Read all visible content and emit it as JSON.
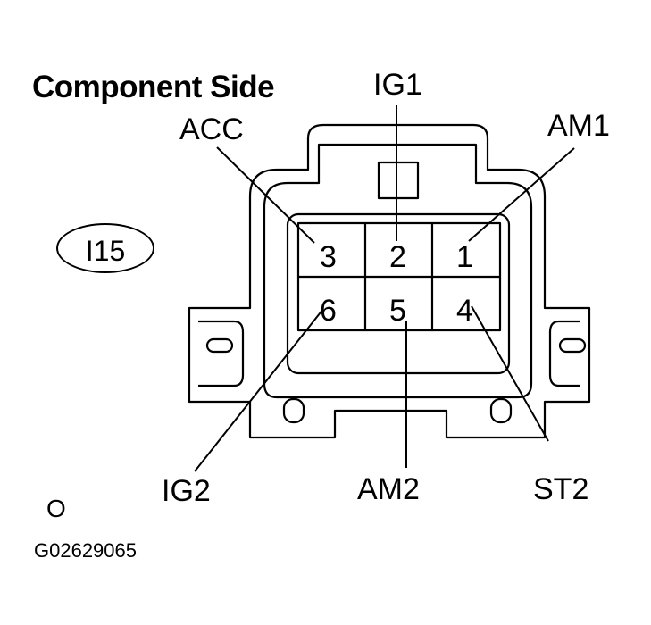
{
  "title": "Component Side",
  "connector_id": "I15",
  "pins": {
    "1": "1",
    "2": "2",
    "3": "3",
    "4": "4",
    "5": "5",
    "6": "6"
  },
  "labels": {
    "ig1": "IG1",
    "acc": "ACC",
    "am1": "AM1",
    "ig2": "IG2",
    "am2": "AM2",
    "st2": "ST2"
  },
  "footnote": "O",
  "figure_code": "G02629065"
}
